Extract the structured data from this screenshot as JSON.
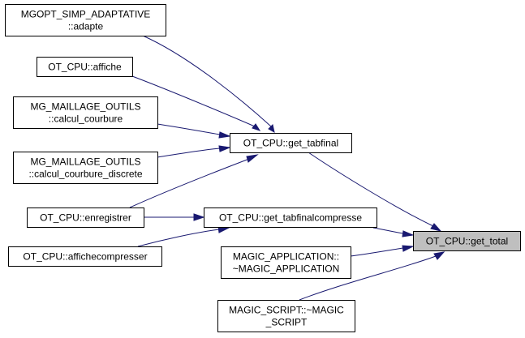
{
  "graph": {
    "type": "call-graph",
    "edge_color": "#191970",
    "target_fill": "#bfbfbf",
    "nodes": [
      {
        "id": "n0",
        "lines": [
          "MGOPT_SIMP_ADAPTATIVE",
          "::adapte"
        ]
      },
      {
        "id": "n1",
        "lines": [
          "OT_CPU::affiche"
        ]
      },
      {
        "id": "n2",
        "lines": [
          "MG_MAILLAGE_OUTILS",
          "::calcul_courbure"
        ]
      },
      {
        "id": "n3",
        "lines": [
          "MG_MAILLAGE_OUTILS",
          "::calcul_courbure_discrete"
        ]
      },
      {
        "id": "n4",
        "lines": [
          "OT_CPU::enregistrer"
        ]
      },
      {
        "id": "n5",
        "lines": [
          "OT_CPU::affichecompresser"
        ]
      },
      {
        "id": "n6",
        "lines": [
          "OT_CPU::get_tabfinal"
        ]
      },
      {
        "id": "n7",
        "lines": [
          "OT_CPU::get_tabfinalcompresse"
        ]
      },
      {
        "id": "n8",
        "lines": [
          "MAGIC_APPLICATION::",
          "~MAGIC_APPLICATION"
        ]
      },
      {
        "id": "n9",
        "lines": [
          "MAGIC_SCRIPT::~MAGIC",
          "_SCRIPT"
        ]
      },
      {
        "id": "n10",
        "lines": [
          "OT_CPU::get_total"
        ],
        "highlighted": true
      }
    ],
    "edges": [
      {
        "from": "n0",
        "to": "n6"
      },
      {
        "from": "n1",
        "to": "n6"
      },
      {
        "from": "n2",
        "to": "n6"
      },
      {
        "from": "n3",
        "to": "n6"
      },
      {
        "from": "n4",
        "to": "n6"
      },
      {
        "from": "n4",
        "to": "n7"
      },
      {
        "from": "n5",
        "to": "n7"
      },
      {
        "from": "n6",
        "to": "n10"
      },
      {
        "from": "n7",
        "to": "n10"
      },
      {
        "from": "n8",
        "to": "n10"
      },
      {
        "from": "n9",
        "to": "n10"
      }
    ]
  }
}
